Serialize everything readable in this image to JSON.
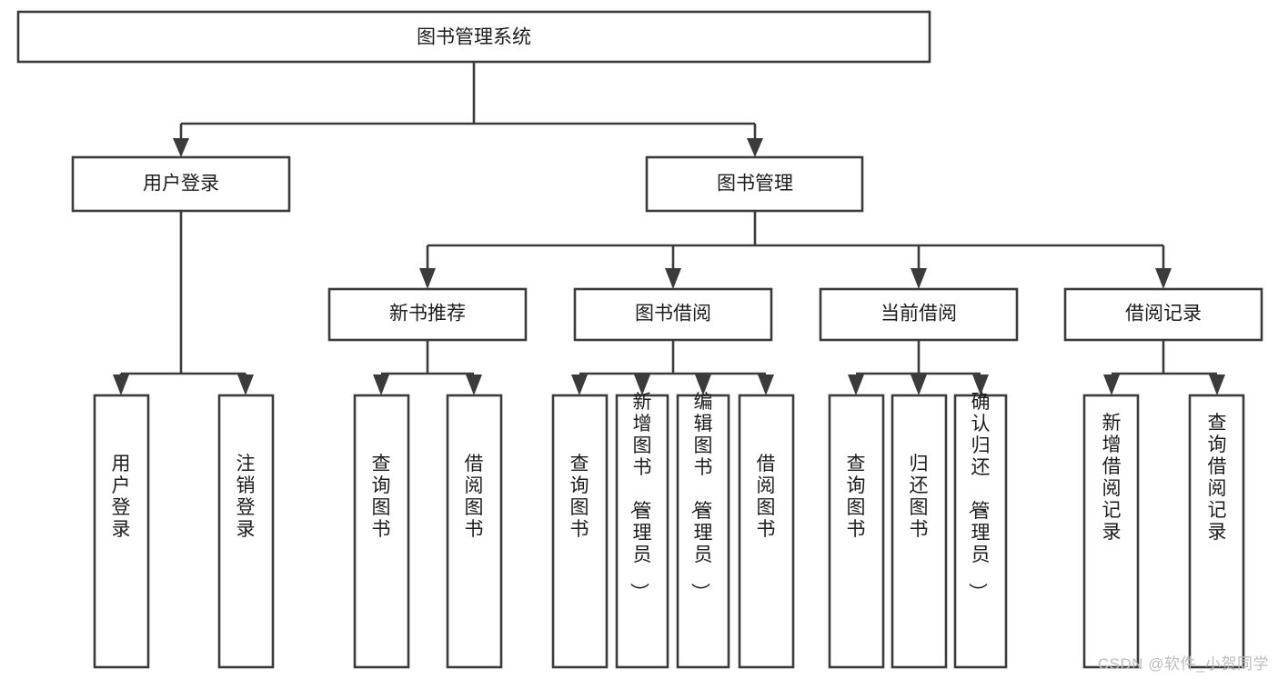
{
  "diagram": {
    "type": "tree-hierarchy-chart",
    "title_node": {
      "id": "root",
      "label": "图书管理系统"
    },
    "level2": [
      {
        "id": "user-login",
        "label": "用户登录"
      },
      {
        "id": "book-manage",
        "label": "图书管理"
      }
    ],
    "level3": [
      {
        "id": "new-book-recommend",
        "label": "新书推荐",
        "parent": "book-manage"
      },
      {
        "id": "book-borrow",
        "label": "图书借阅",
        "parent": "book-manage"
      },
      {
        "id": "current-borrow",
        "label": "当前借阅",
        "parent": "book-manage"
      },
      {
        "id": "borrow-record",
        "label": "借阅记录",
        "parent": "book-manage"
      }
    ],
    "leaves": [
      {
        "id": "leaf-user-login",
        "label": "用户登录",
        "parent": "user-login"
      },
      {
        "id": "leaf-logout-login",
        "label": "注销登录",
        "parent": "user-login"
      },
      {
        "id": "leaf-query-book-1",
        "label": "查询图书",
        "parent": "new-book-recommend"
      },
      {
        "id": "leaf-borrow-book-1",
        "label": "借阅图书",
        "parent": "new-book-recommend"
      },
      {
        "id": "leaf-query-book-2",
        "label": "查询图书",
        "parent": "book-borrow"
      },
      {
        "id": "leaf-add-book",
        "label": "新增图书（管理员）",
        "parent": "book-borrow"
      },
      {
        "id": "leaf-edit-book",
        "label": "编辑图书（管理员）",
        "parent": "book-borrow"
      },
      {
        "id": "leaf-borrow-book-2",
        "label": "借阅图书",
        "parent": "book-borrow"
      },
      {
        "id": "leaf-query-book-3",
        "label": "查询图书",
        "parent": "current-borrow"
      },
      {
        "id": "leaf-return-book",
        "label": "归还图书",
        "parent": "current-borrow"
      },
      {
        "id": "leaf-confirm-return",
        "label": "确认归还（管理员）",
        "parent": "current-borrow"
      },
      {
        "id": "leaf-add-record",
        "label": "新增借阅记录",
        "parent": "borrow-record"
      },
      {
        "id": "leaf-query-record",
        "label": "查询借阅记录",
        "parent": "borrow-record"
      }
    ],
    "colors": {
      "stroke": "#3b3b3b",
      "fill": "#ffffff",
      "text": "#1c1c1c",
      "watermark": "#bdbdbd",
      "background": "#ffffff"
    }
  },
  "watermark": {
    "text": "CSDN @软件_小贺同学"
  }
}
